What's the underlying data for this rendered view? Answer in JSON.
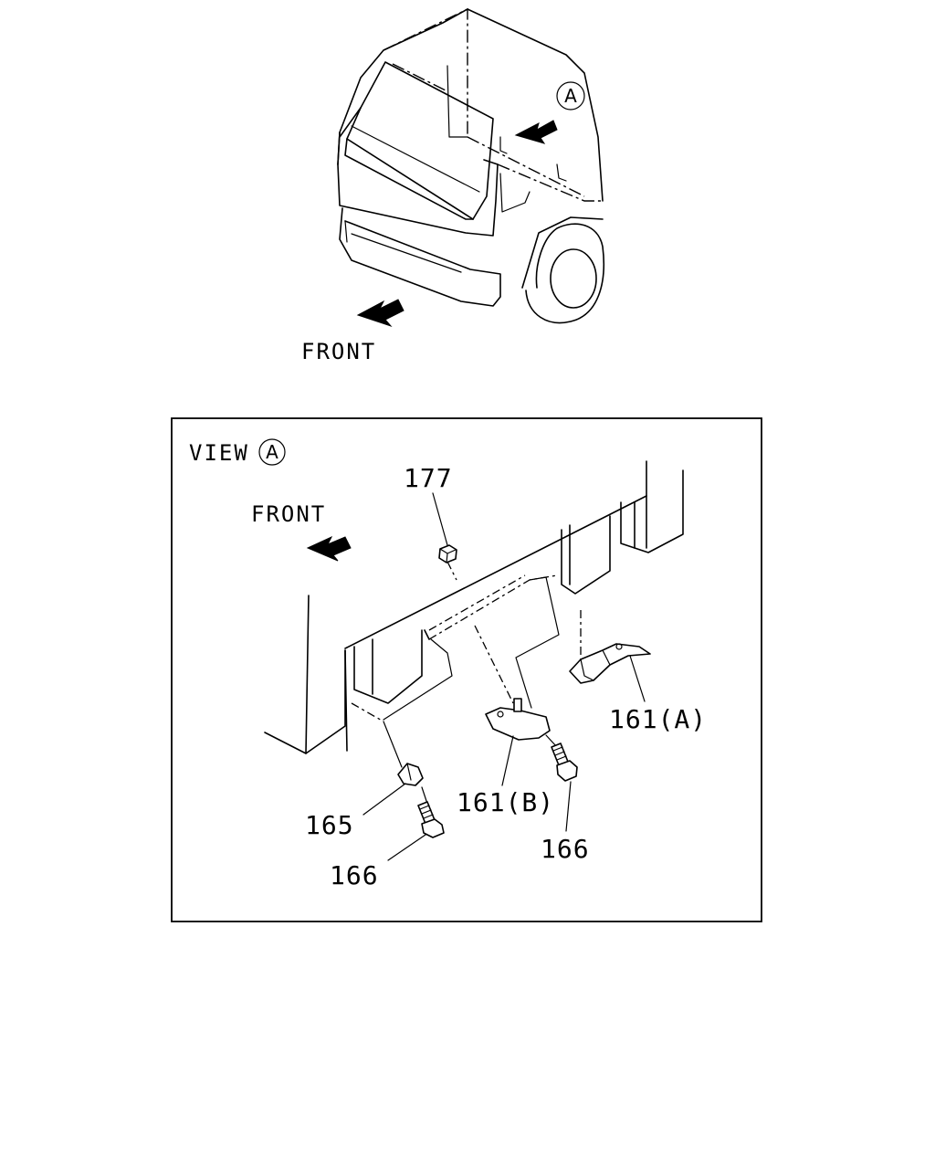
{
  "overview": {
    "front_label": "FRONT",
    "view_marker": "A"
  },
  "detail": {
    "view_label": "VIEW",
    "view_marker": "A",
    "front_label": "FRONT"
  },
  "callouts": [
    {
      "id": "177",
      "text": "177"
    },
    {
      "id": "161A",
      "text": "161(A)"
    },
    {
      "id": "161B",
      "text": "161(B)"
    },
    {
      "id": "165",
      "text": "165"
    },
    {
      "id": "166-left",
      "text": "166"
    },
    {
      "id": "166-right",
      "text": "166"
    }
  ]
}
